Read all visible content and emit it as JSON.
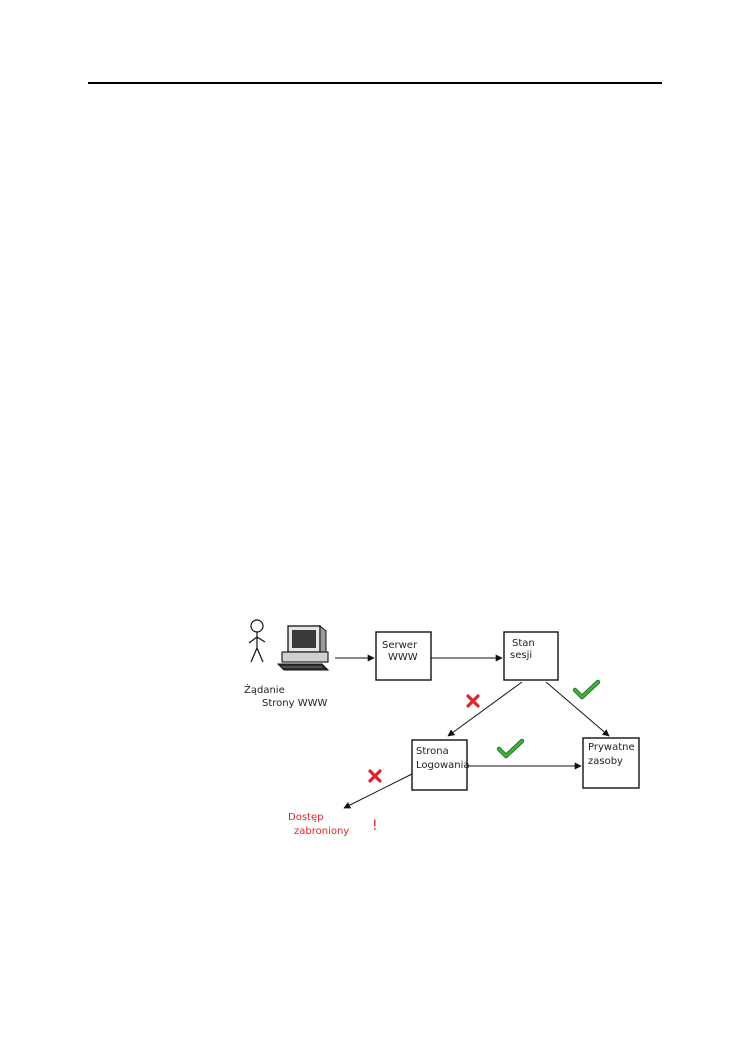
{
  "diagram": {
    "nodes": {
      "client": {
        "line1": "Żądanie",
        "line2": "Strony WWW"
      },
      "server": {
        "line1": "Serwer",
        "line2": "WWW"
      },
      "session": {
        "line1": "Stan",
        "line2": "sesji"
      },
      "login": {
        "line1": "Strona",
        "line2": "Logowania"
      },
      "resources": {
        "line1": "Prywatne",
        "line2": "zasoby"
      }
    },
    "denied": {
      "line1": "Dostęp",
      "line2": "zabroniony",
      "mark": "!"
    },
    "colors": {
      "ink": "#111111",
      "deny": "#e0242b",
      "allow": "#3fb03a",
      "allow_outline": "#1d6a1d"
    }
  }
}
